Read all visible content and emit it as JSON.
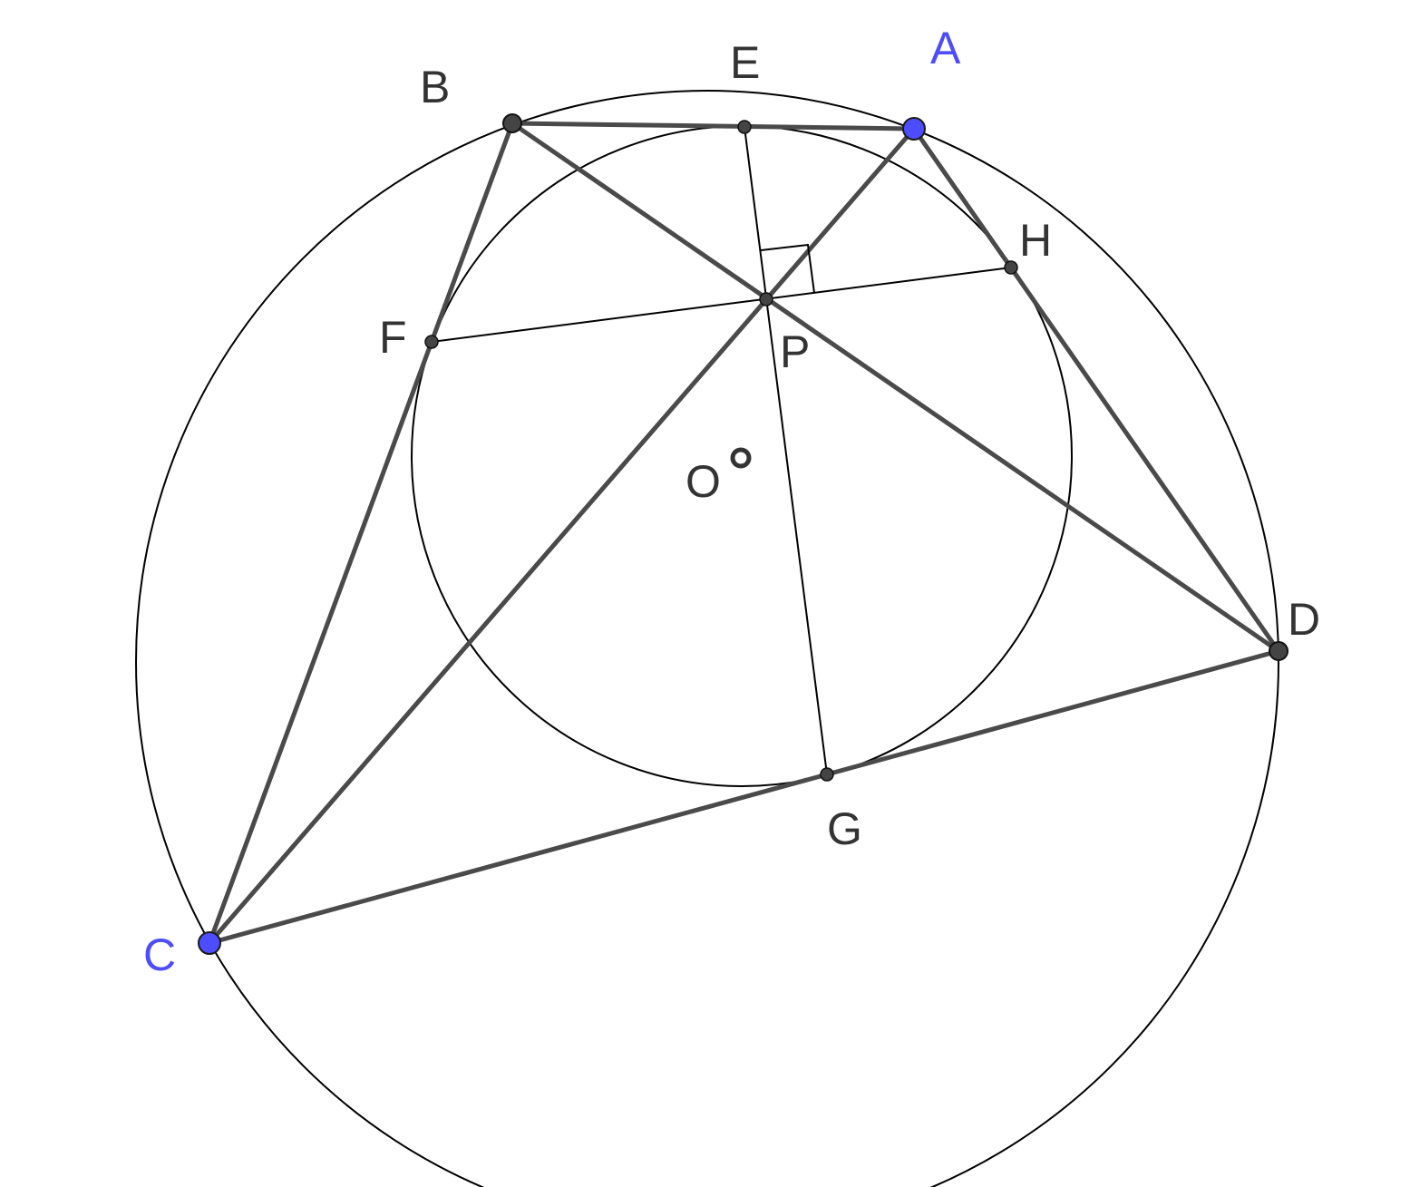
{
  "diagram": {
    "points": {
      "A": {
        "label": "A",
        "free": true
      },
      "B": {
        "label": "B",
        "free": false
      },
      "C": {
        "label": "C",
        "free": true
      },
      "D": {
        "label": "D",
        "free": false
      },
      "E": {
        "label": "E"
      },
      "F": {
        "label": "F"
      },
      "G": {
        "label": "G"
      },
      "H": {
        "label": "H"
      },
      "P": {
        "label": "P"
      },
      "O": {
        "label": "O"
      }
    },
    "colors": {
      "free_point": "#4d4dff",
      "dependent_point": "#444444",
      "segment": "#4a4a4a",
      "thin_line": "#000000",
      "label_dark": "#333333",
      "label_free": "#4d4dff"
    }
  }
}
